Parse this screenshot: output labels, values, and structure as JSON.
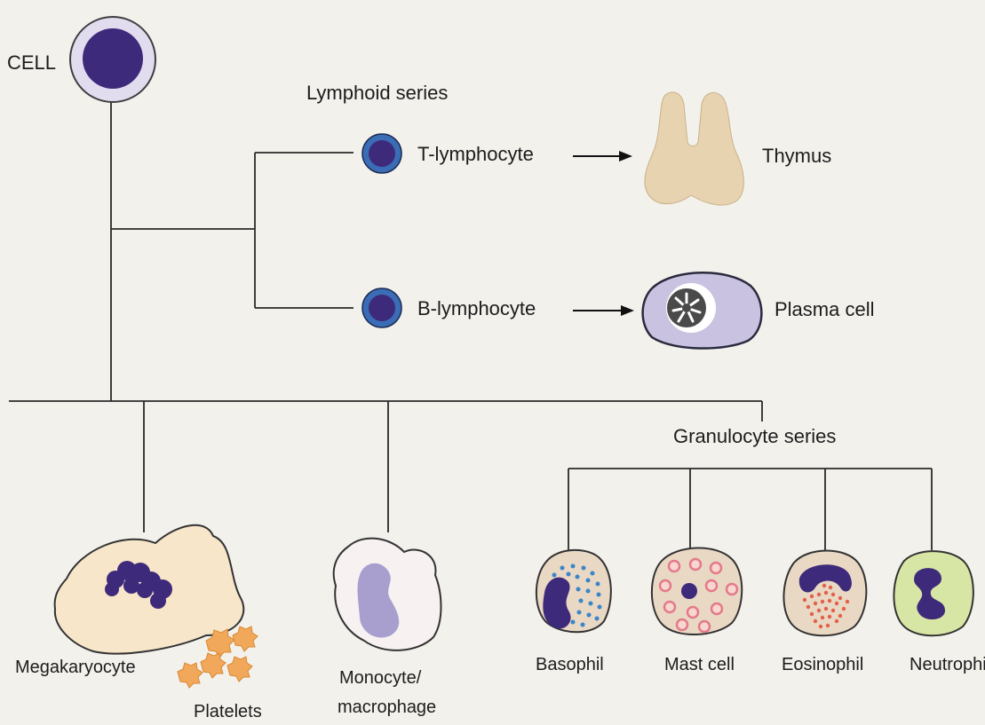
{
  "labels": {
    "stem_cell": "CELL",
    "lymphoid_series": "Lymphoid series",
    "t_lymphocyte": "T-lymphocyte",
    "b_lymphocyte": "B-lymphocyte",
    "thymus": "Thymus",
    "plasma_cell": "Plasma cell",
    "granulocyte_series": "Granulocyte series",
    "megakaryocyte": "Megakaryocyte",
    "platelets": "Platelets",
    "monocyte_line1": "Monocyte/",
    "monocyte_line2": "macrophage",
    "basophil": "Basophil",
    "mast_cell": "Mast cell",
    "eosinophil": "Eosinophil",
    "neutrophil": "Neutrophil"
  },
  "colors": {
    "background": "#f3f1ec",
    "nucleus": "#3e2a7a",
    "cell_lavender": "#d9d2ea",
    "lymphocyte_ring": "#3a6db5",
    "thymus": "#e7d3b0",
    "megakaryocyte_body": "#f7e6c9",
    "platelets": "#f2a85a",
    "monocyte_body": "#f7f1f2",
    "monocyte_nucleus": "#a89fcf",
    "granulocyte_body": "#e8d8c4",
    "basophil_granules": "#3a86c8",
    "mast_granules": "#e47a8a",
    "eosinophil_granules": "#e3604a",
    "neutrophil_body": "#d7e6a4"
  }
}
